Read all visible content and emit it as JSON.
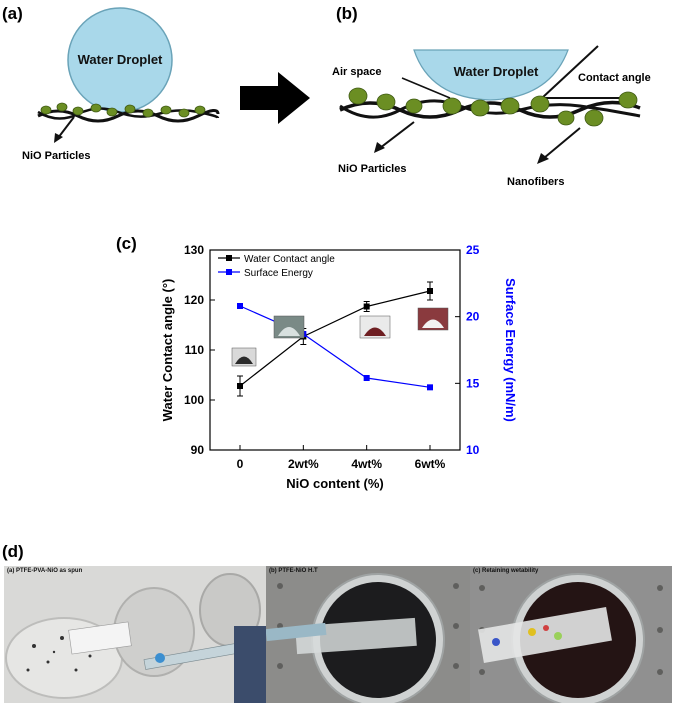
{
  "panel_a": {
    "label": "(a)",
    "droplet_label": "Water Droplet",
    "particles_label": "NiO Particles"
  },
  "panel_b": {
    "label": "(b)",
    "droplet_label": "Water Droplet",
    "air_space_label": "Air space",
    "contact_angle_label": "Contact angle",
    "particles_label": "NiO Particles",
    "nanofibers_label": "Nanofibers"
  },
  "panel_c": {
    "label": "(c)",
    "chart_data": {
      "type": "line",
      "categories": [
        "0",
        "2wt%",
        "4wt%",
        "6wt%"
      ],
      "xlabel": "NiO content (%)",
      "ylabel_left": "Water Contact angle (°)",
      "ylabel_right": "Surface Energy (mN/m)",
      "ylim_left": [
        90,
        130
      ],
      "ylim_right": [
        10,
        25
      ],
      "yticks_left": [
        "90",
        "100",
        "110",
        "120",
        "130"
      ],
      "yticks_right": [
        "10",
        "15",
        "20",
        "25"
      ],
      "legend_position": "top-left",
      "grid": false,
      "series": [
        {
          "name": "Water Contact angle",
          "axis": "left",
          "color": "#000000",
          "marker": "square",
          "values": [
            102.8,
            112.7,
            118.7,
            121.8
          ],
          "errors": [
            2.0,
            1.6,
            1.0,
            1.8
          ]
        },
        {
          "name": "Surface Energy",
          "axis": "right",
          "color": "#0000ff",
          "marker": "square",
          "values": [
            20.8,
            18.7,
            15.4,
            14.7
          ]
        }
      ],
      "right_axis_color": "#0000ff"
    }
  },
  "panel_d": {
    "label": "(d)",
    "photos": [
      {
        "caption": "(a) PTFE-PVA-NiO as spun"
      },
      {
        "caption": "(b) PTFE-NiO H.T"
      },
      {
        "caption": "(c) Retaining wetability"
      }
    ]
  },
  "colors": {
    "droplet": "#a9d8ea",
    "particle": "#6b8e23",
    "chart_blue": "#0000ff"
  }
}
